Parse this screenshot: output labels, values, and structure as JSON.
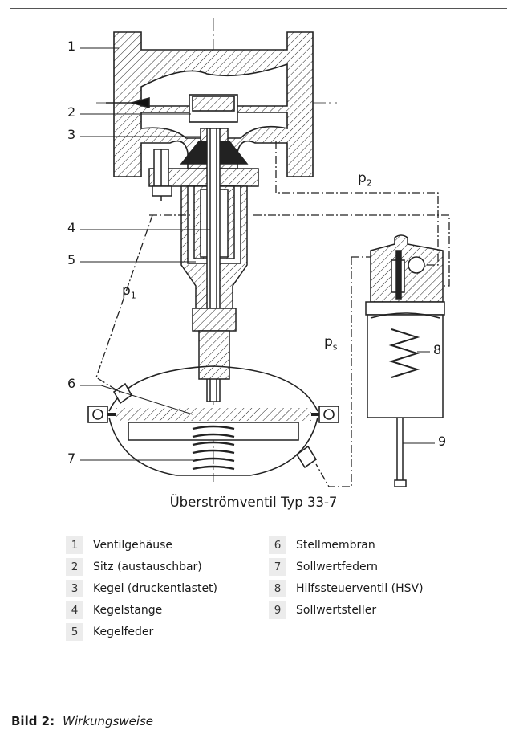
{
  "callouts": [
    "1",
    "2",
    "3",
    "4",
    "5",
    "6",
    "7",
    "8",
    "9"
  ],
  "pressures": {
    "p1": "p",
    "p1_sub": "1",
    "p2": "p",
    "p2_sub": "2",
    "ps": "p",
    "ps_sub": "s"
  },
  "caption": "Überströmventil Typ 33-7",
  "legend_left": [
    {
      "num": "1",
      "text": "Ventilgehäuse"
    },
    {
      "num": "2",
      "text": "Sitz (austauschbar)"
    },
    {
      "num": "3",
      "text": "Kegel (druckentlastet)"
    },
    {
      "num": "4",
      "text": "Kegelstange"
    },
    {
      "num": "5",
      "text": "Kegelfeder"
    }
  ],
  "legend_right": [
    {
      "num": "6",
      "text": "Stellmembran"
    },
    {
      "num": "7",
      "text": "Sollwertfedern"
    },
    {
      "num": "8",
      "text": "Hilfssteuerventil (HSV)"
    },
    {
      "num": "9",
      "text": "Sollwertsteller"
    }
  ],
  "figure": {
    "label": "Bild 2:",
    "title": "Wirkungsweise"
  }
}
